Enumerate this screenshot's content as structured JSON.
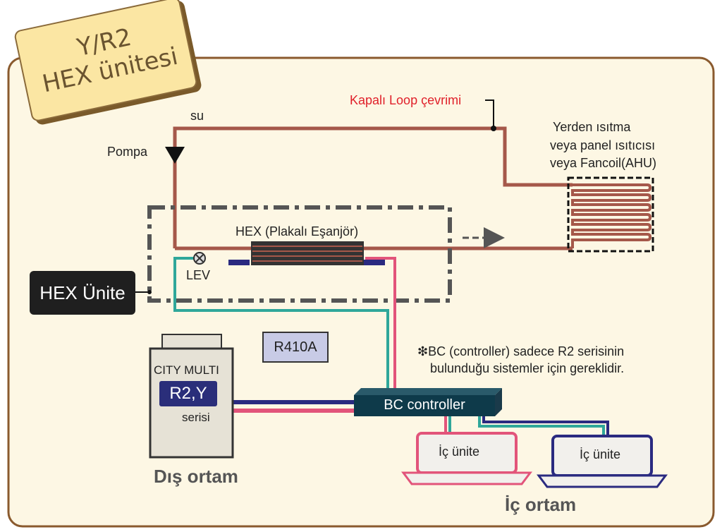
{
  "tag": {
    "line1": "Y/R2",
    "line2": "HEX ünitesi"
  },
  "labels": {
    "closed_loop": "Kapalı Loop çevrimi",
    "water": "su",
    "pump": "Pompa",
    "heating_line1": "Yerden ısıtma",
    "heating_line2": "veya panel ısıtıcısı",
    "heating_line3": "veya Fancoil(AHU)",
    "hex_exchanger": "HEX (Plakalı Eşanjör)",
    "lev": "LEV",
    "hex_unit": "HEX Ünite",
    "refrigerant": "R410A",
    "bc_note_line1": "❇BC (controller) sadece R2 serisinin",
    "bc_note_line2": "bulunduğu sistemler için gereklidir.",
    "bc_controller": "BC controller",
    "city_multi": "CITY MULTI",
    "series_badge": "R2,Y",
    "series": "serisi",
    "outdoor": "Dış ortam",
    "indoor_unit_1": "İç ünite",
    "indoor_unit_2": "İç ünite",
    "indoor": "İç ortam"
  },
  "colors": {
    "panel_bg": "#fdf7e4",
    "panel_border": "#8a5a2e",
    "water_pipe": "#a5584a",
    "red_label": "#e0202a",
    "pink_pipe": "#e2547a",
    "teal_pipe": "#2fa79a",
    "navy_pipe": "#2a2a80",
    "bc_box": "#0e3a4a",
    "badge": "#2a2e7a",
    "dashed_border": "#555555"
  }
}
